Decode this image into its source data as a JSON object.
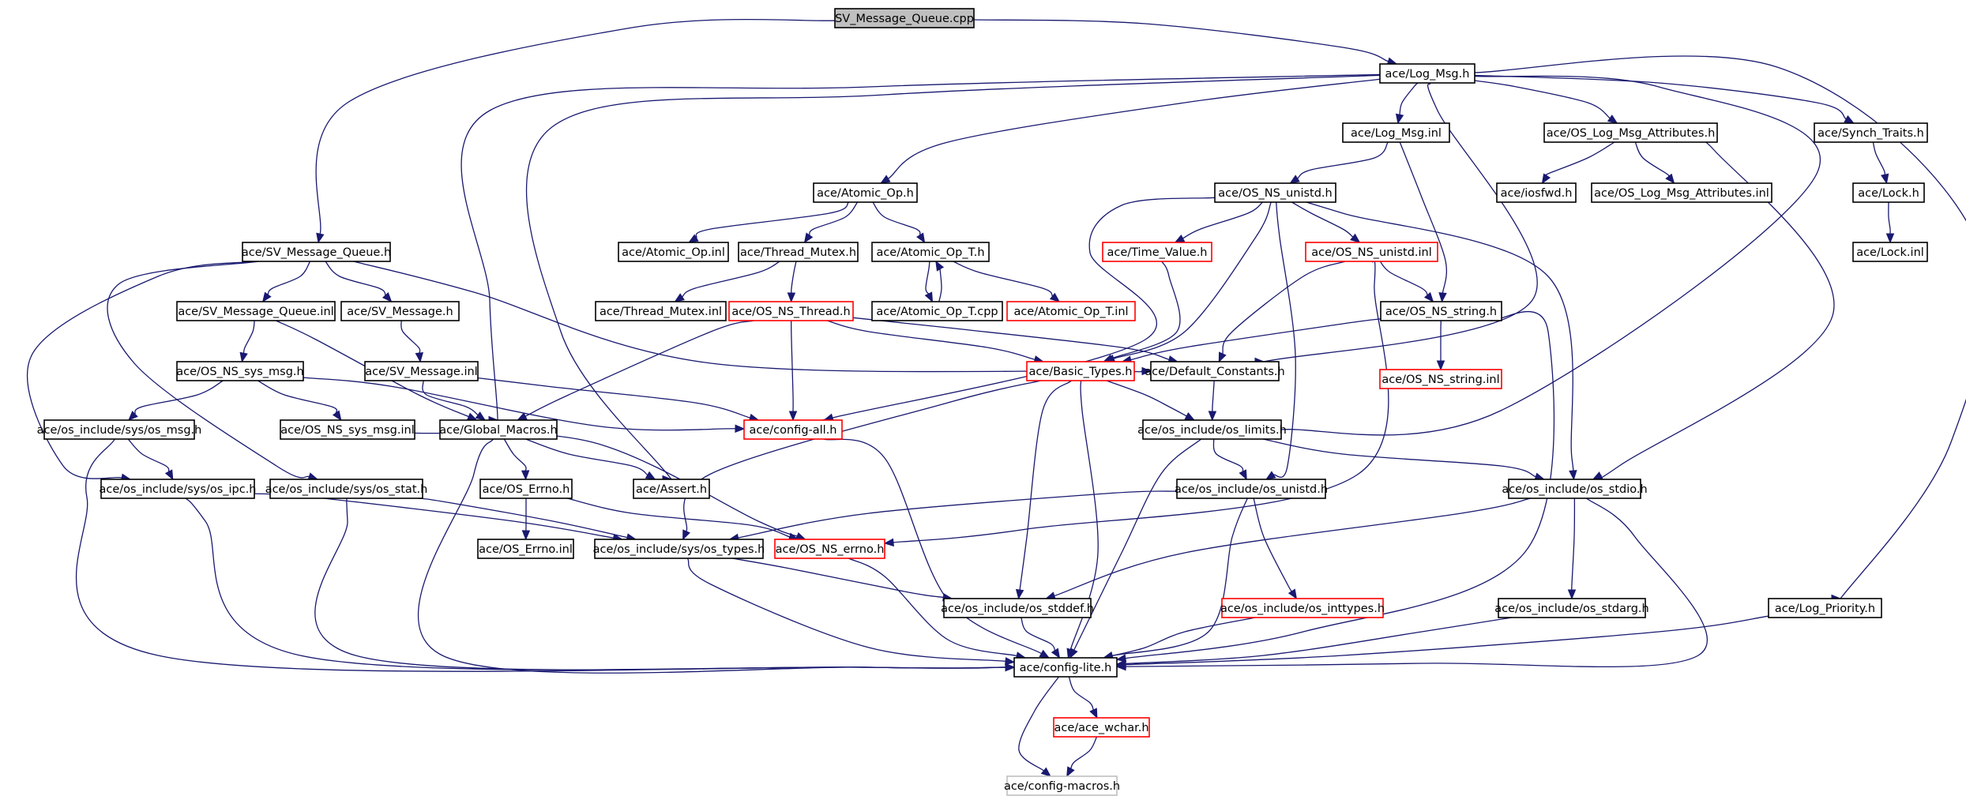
{
  "graph": {
    "colors": {
      "edge": "#191970",
      "normal": "#000000",
      "truncated": "#ff0000",
      "root_fill": "#bfbfbf",
      "leaf_border": "#bfbfbf"
    },
    "nodes": [
      {
        "id": "root",
        "label": "SV_Message_Queue.cpp",
        "kind": "root"
      },
      {
        "id": "logmsg_h",
        "label": "ace/Log_Msg.h",
        "kind": "normal"
      },
      {
        "id": "logmsg_inl",
        "label": "ace/Log_Msg.inl",
        "kind": "normal"
      },
      {
        "id": "oslma_h",
        "label": "ace/OS_Log_Msg_Attributes.h",
        "kind": "normal"
      },
      {
        "id": "synch_h",
        "label": "ace/Synch_Traits.h",
        "kind": "normal"
      },
      {
        "id": "iosfwd",
        "label": "ace/iosfwd.h",
        "kind": "normal"
      },
      {
        "id": "oslma_inl",
        "label": "ace/OS_Log_Msg_Attributes.inl",
        "kind": "normal"
      },
      {
        "id": "lock_h",
        "label": "ace/Lock.h",
        "kind": "normal"
      },
      {
        "id": "lock_inl",
        "label": "ace/Lock.inl",
        "kind": "normal"
      },
      {
        "id": "atomic_h",
        "label": "ace/Atomic_Op.h",
        "kind": "normal"
      },
      {
        "id": "osnsunistd_h",
        "label": "ace/OS_NS_unistd.h",
        "kind": "normal"
      },
      {
        "id": "svmq_h",
        "label": "ace/SV_Message_Queue.h",
        "kind": "normal"
      },
      {
        "id": "atomic_inl",
        "label": "ace/Atomic_Op.inl",
        "kind": "normal"
      },
      {
        "id": "thrmutex_h",
        "label": "ace/Thread_Mutex.h",
        "kind": "normal"
      },
      {
        "id": "atomict_h",
        "label": "ace/Atomic_Op_T.h",
        "kind": "normal"
      },
      {
        "id": "timevalue",
        "label": "ace/Time_Value.h",
        "kind": "truncated"
      },
      {
        "id": "osnsunistd_inl",
        "label": "ace/OS_NS_unistd.inl",
        "kind": "truncated"
      },
      {
        "id": "svmq_inl",
        "label": "ace/SV_Message_Queue.inl",
        "kind": "normal"
      },
      {
        "id": "svm_h",
        "label": "ace/SV_Message.h",
        "kind": "normal"
      },
      {
        "id": "thrmutex_inl",
        "label": "ace/Thread_Mutex.inl",
        "kind": "normal"
      },
      {
        "id": "osnsthread",
        "label": "ace/OS_NS_Thread.h",
        "kind": "truncated"
      },
      {
        "id": "atomict_cpp",
        "label": "ace/Atomic_Op_T.cpp",
        "kind": "normal"
      },
      {
        "id": "atomict_inl",
        "label": "ace/Atomic_Op_T.inl",
        "kind": "truncated"
      },
      {
        "id": "osnsstring_h",
        "label": "ace/OS_NS_string.h",
        "kind": "normal"
      },
      {
        "id": "osnssysmsg_h",
        "label": "ace/OS_NS_sys_msg.h",
        "kind": "normal"
      },
      {
        "id": "svm_inl",
        "label": "ace/SV_Message.inl",
        "kind": "normal"
      },
      {
        "id": "basictypes",
        "label": "ace/Basic_Types.h",
        "kind": "truncated"
      },
      {
        "id": "defconst",
        "label": "ace/Default_Constants.h",
        "kind": "normal"
      },
      {
        "id": "osnsstring_inl",
        "label": "ace/OS_NS_string.inl",
        "kind": "truncated"
      },
      {
        "id": "sysmsg_h",
        "label": "ace/os_include/sys/os_msg.h",
        "kind": "normal"
      },
      {
        "id": "osnssysmsg_inl",
        "label": "ace/OS_NS_sys_msg.inl",
        "kind": "normal"
      },
      {
        "id": "globalmacros",
        "label": "ace/Global_Macros.h",
        "kind": "normal"
      },
      {
        "id": "configall",
        "label": "ace/config-all.h",
        "kind": "truncated"
      },
      {
        "id": "oslimits",
        "label": "ace/os_include/os_limits.h",
        "kind": "normal"
      },
      {
        "id": "sysipc",
        "label": "ace/os_include/sys/os_ipc.h",
        "kind": "normal"
      },
      {
        "id": "sysstat",
        "label": "ace/os_include/sys/os_stat.h",
        "kind": "normal"
      },
      {
        "id": "oserrno_h",
        "label": "ace/OS_Errno.h",
        "kind": "normal"
      },
      {
        "id": "assert",
        "label": "ace/Assert.h",
        "kind": "normal"
      },
      {
        "id": "osunistd",
        "label": "ace/os_include/os_unistd.h",
        "kind": "normal"
      },
      {
        "id": "osstdio",
        "label": "ace/os_include/os_stdio.h",
        "kind": "normal"
      },
      {
        "id": "oserrno_inl",
        "label": "ace/OS_Errno.inl",
        "kind": "normal"
      },
      {
        "id": "systypes",
        "label": "ace/os_include/sys/os_types.h",
        "kind": "normal"
      },
      {
        "id": "osnserrno",
        "label": "ace/OS_NS_errno.h",
        "kind": "truncated"
      },
      {
        "id": "osstddef",
        "label": "ace/os_include/os_stddef.h",
        "kind": "normal"
      },
      {
        "id": "osinttypes",
        "label": "ace/os_include/os_inttypes.h",
        "kind": "truncated"
      },
      {
        "id": "osstdarg",
        "label": "ace/os_include/os_stdarg.h",
        "kind": "normal"
      },
      {
        "id": "logprio",
        "label": "ace/Log_Priority.h",
        "kind": "normal"
      },
      {
        "id": "configlite",
        "label": "ace/config-lite.h",
        "kind": "normal"
      },
      {
        "id": "wchar",
        "label": "ace/ace_wchar.h",
        "kind": "truncated"
      },
      {
        "id": "configmacros",
        "label": "ace/config-macros.h",
        "kind": "leaf"
      }
    ],
    "edges": [
      [
        "root",
        "logmsg_h"
      ],
      [
        "root",
        "svmq_h"
      ],
      [
        "logmsg_h",
        "logmsg_inl"
      ],
      [
        "logmsg_h",
        "oslma_h"
      ],
      [
        "logmsg_h",
        "synch_h"
      ],
      [
        "logmsg_h",
        "atomic_h"
      ],
      [
        "logmsg_h",
        "globalmacros"
      ],
      [
        "logmsg_h",
        "assert"
      ],
      [
        "logmsg_h",
        "defconst"
      ],
      [
        "logmsg_h",
        "oslimits"
      ],
      [
        "logmsg_h",
        "logprio"
      ],
      [
        "logmsg_inl",
        "osnsunistd_h"
      ],
      [
        "logmsg_inl",
        "osnsstring_h"
      ],
      [
        "oslma_h",
        "iosfwd"
      ],
      [
        "oslma_h",
        "oslma_inl"
      ],
      [
        "oslma_h",
        "osstdio"
      ],
      [
        "synch_h",
        "lock_h"
      ],
      [
        "lock_h",
        "lock_inl"
      ],
      [
        "atomic_h",
        "atomic_inl"
      ],
      [
        "atomic_h",
        "thrmutex_h"
      ],
      [
        "atomic_h",
        "atomict_h"
      ],
      [
        "thrmutex_h",
        "thrmutex_inl"
      ],
      [
        "thrmutex_h",
        "osnsthread"
      ],
      [
        "atomict_h",
        "atomict_cpp"
      ],
      [
        "atomict_cpp",
        "atomict_h"
      ],
      [
        "atomict_h",
        "atomict_inl"
      ],
      [
        "osnsunistd_h",
        "timevalue"
      ],
      [
        "osnsunistd_h",
        "osnsunistd_inl"
      ],
      [
        "osnsunistd_h",
        "basictypes"
      ],
      [
        "osnsunistd_h",
        "configall"
      ],
      [
        "osnsunistd_h",
        "osunistd"
      ],
      [
        "osnsunistd_h",
        "osstdio"
      ],
      [
        "timevalue",
        "basictypes"
      ],
      [
        "osnsunistd_inl",
        "osnsstring_h"
      ],
      [
        "osnsunistd_inl",
        "defconst"
      ],
      [
        "osnsunistd_inl",
        "osnserrno"
      ],
      [
        "osnsstring_h",
        "osnsstring_inl"
      ],
      [
        "osnsstring_h",
        "basictypes"
      ],
      [
        "osnsstring_h",
        "configlite"
      ],
      [
        "osnsthread",
        "configall"
      ],
      [
        "osnsthread",
        "basictypes"
      ],
      [
        "osnsthread",
        "globalmacros"
      ],
      [
        "osnsthread",
        "defconst"
      ],
      [
        "svmq_h",
        "svmq_inl"
      ],
      [
        "svmq_h",
        "svm_h"
      ],
      [
        "svmq_h",
        "sysipc"
      ],
      [
        "svmq_h",
        "sysstat"
      ],
      [
        "svmq_h",
        "defconst"
      ],
      [
        "svmq_inl",
        "osnssysmsg_h"
      ],
      [
        "svmq_inl",
        "globalmacros"
      ],
      [
        "svm_h",
        "svm_inl"
      ],
      [
        "svm_inl",
        "globalmacros"
      ],
      [
        "svm_inl",
        "configall"
      ],
      [
        "osnssysmsg_h",
        "sysmsg_h"
      ],
      [
        "osnssysmsg_h",
        "osnssysmsg_inl"
      ],
      [
        "osnssysmsg_h",
        "configall"
      ],
      [
        "sysmsg_h",
        "sysipc"
      ],
      [
        "sysmsg_h",
        "configlite"
      ],
      [
        "osnssysmsg_inl",
        "osnserrno"
      ],
      [
        "globalmacros",
        "oserrno_h"
      ],
      [
        "globalmacros",
        "assert"
      ],
      [
        "globalmacros",
        "configlite"
      ],
      [
        "oserrno_h",
        "oserrno_inl"
      ],
      [
        "oserrno_h",
        "osnserrno"
      ],
      [
        "sysipc",
        "systypes"
      ],
      [
        "sysipc",
        "configlite"
      ],
      [
        "sysstat",
        "systypes"
      ],
      [
        "sysstat",
        "configlite"
      ],
      [
        "basictypes",
        "oslimits"
      ],
      [
        "basictypes",
        "osstddef"
      ],
      [
        "basictypes",
        "systypes"
      ],
      [
        "basictypes",
        "configlite"
      ],
      [
        "defconst",
        "oslimits"
      ],
      [
        "oslimits",
        "osunistd"
      ],
      [
        "oslimits",
        "osstdio"
      ],
      [
        "oslimits",
        "configlite"
      ],
      [
        "osunistd",
        "systypes"
      ],
      [
        "osunistd",
        "osinttypes"
      ],
      [
        "osunistd",
        "configlite"
      ],
      [
        "osstdio",
        "osstddef"
      ],
      [
        "osstdio",
        "osstdarg"
      ],
      [
        "osstdio",
        "configlite"
      ],
      [
        "systypes",
        "osstddef"
      ],
      [
        "systypes",
        "configlite"
      ],
      [
        "osnserrno",
        "configlite"
      ],
      [
        "osstddef",
        "configlite"
      ],
      [
        "osinttypes",
        "configlite"
      ],
      [
        "osstdarg",
        "configlite"
      ],
      [
        "logprio",
        "configlite"
      ],
      [
        "configall",
        "configlite"
      ],
      [
        "configlite",
        "wchar"
      ],
      [
        "configlite",
        "configmacros"
      ],
      [
        "wchar",
        "configmacros"
      ]
    ]
  }
}
